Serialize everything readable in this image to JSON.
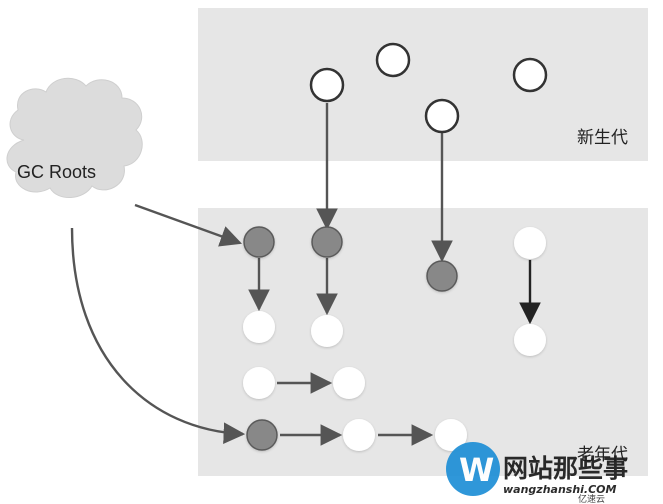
{
  "diagram": {
    "gc_roots_label": "GC Roots",
    "young_gen_label": "新生代",
    "old_gen_label": "老年代"
  },
  "colors": {
    "region_fill": "#e6e6e6",
    "reachable_node": "#888888",
    "unreachable_node": "#ffffff",
    "node_stroke": "#444444",
    "arrow": "#555555",
    "cloud": "#dcdcdc"
  },
  "watermark": {
    "brand": "网站那些事",
    "url": "wangzhanshi.COM",
    "sub_brand": "亿速云",
    "logo_letter": "W"
  }
}
